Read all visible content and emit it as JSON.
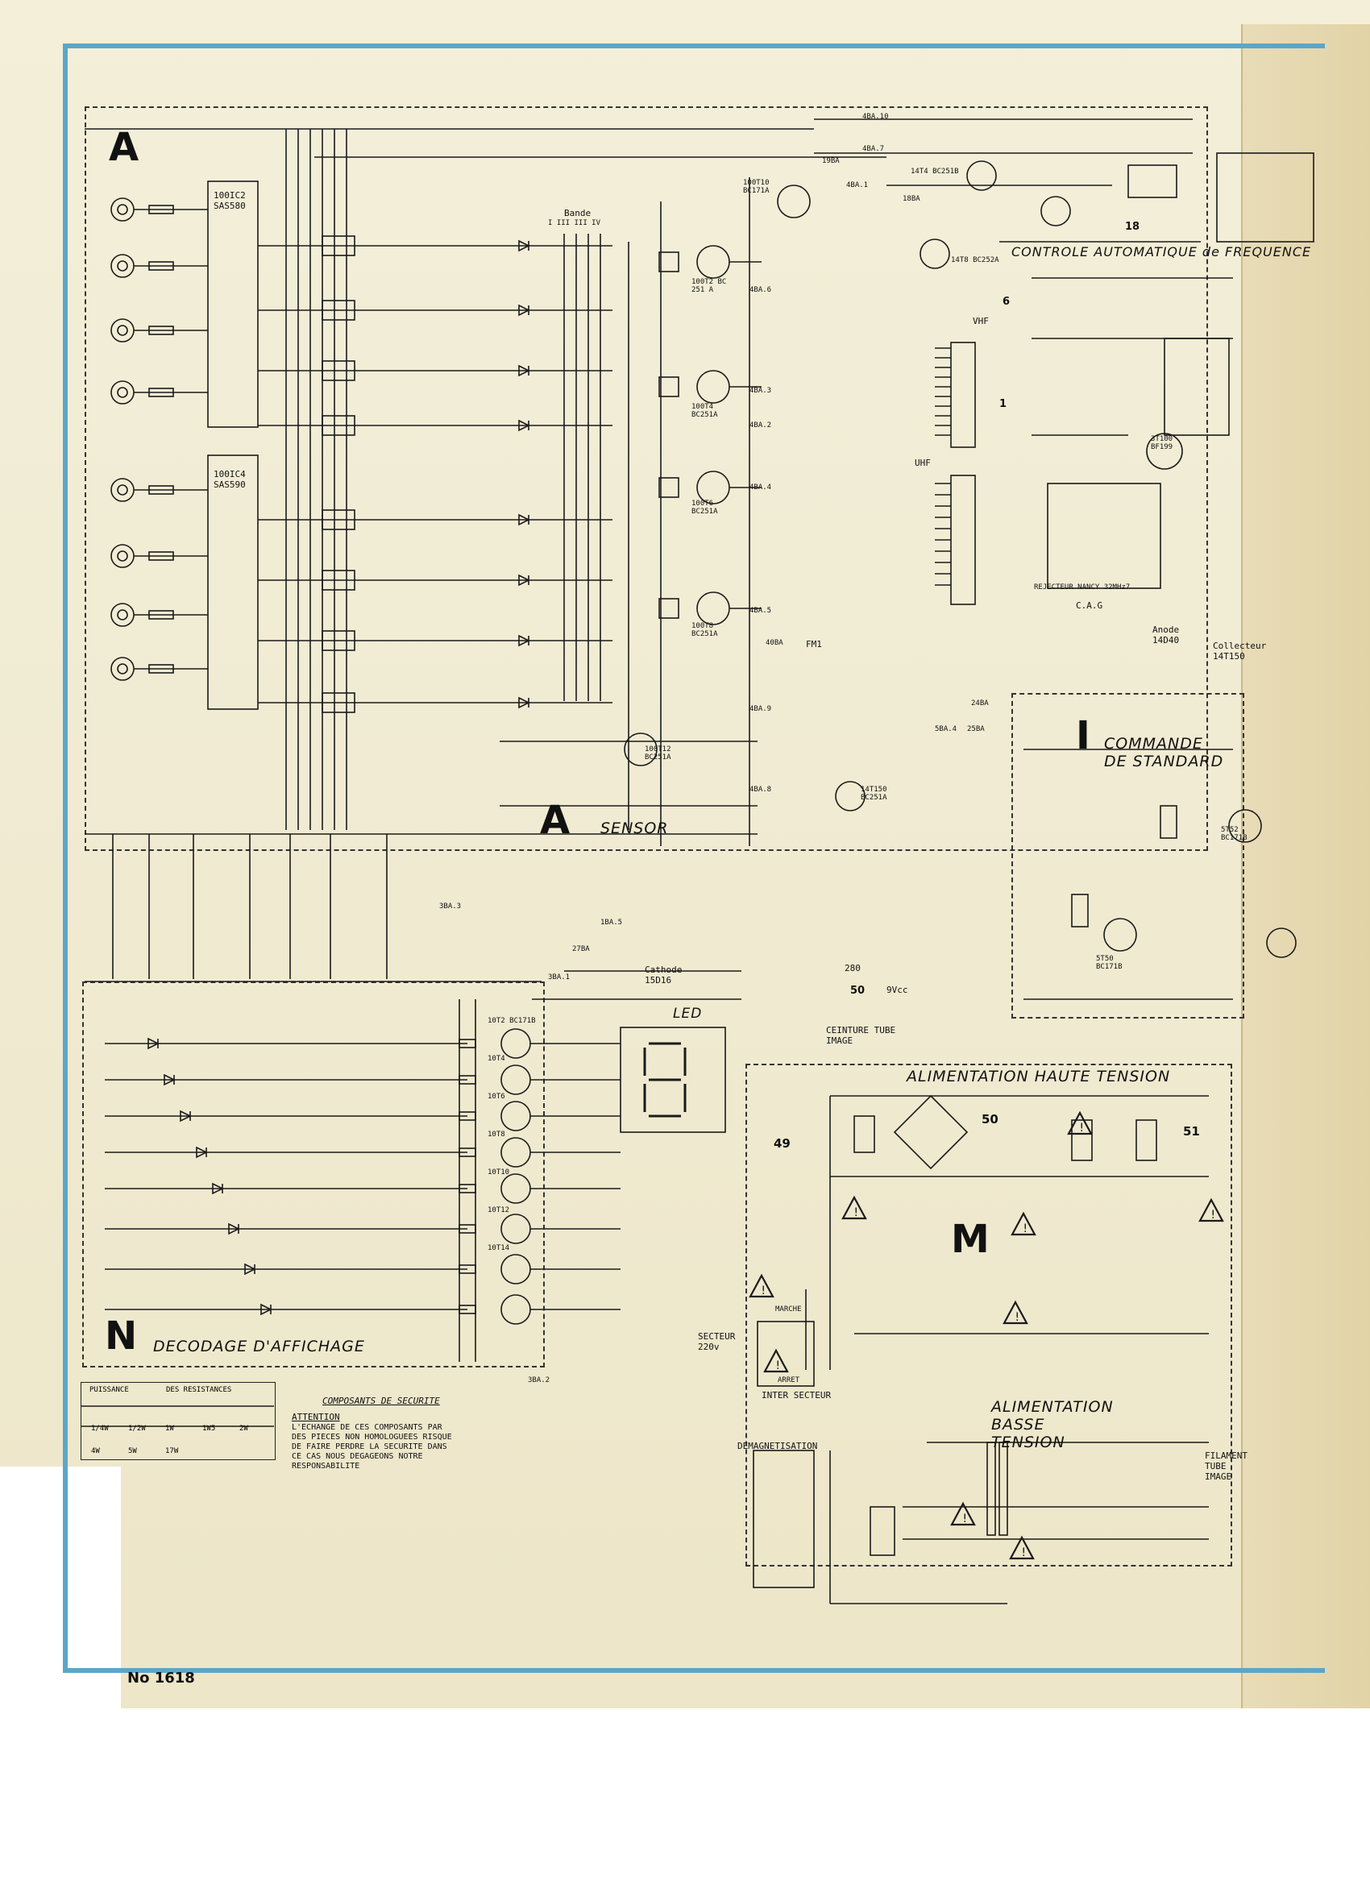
{
  "sections": {
    "A": {
      "letter": "A",
      "title": "SENSOR"
    },
    "N": {
      "letter": "N",
      "title": "DECODAGE D'AFFICHAGE"
    },
    "M": {
      "letter": "M",
      "title_hv": "ALIMENTATION HAUTE TENSION",
      "title_lv": "ALIMENTATION BASSE TENSION"
    },
    "I": {
      "letter": "I",
      "title": "COMMANDE DE STANDARD"
    },
    "caf": {
      "title": "CONTROLE AUTOMATIQUE de FREQUENCE"
    }
  },
  "labels": {
    "led": "LED",
    "page_number": "No 1618",
    "ceinture": "CEINTURE TUBE IMAGE",
    "cathode": "Cathode 15D16",
    "demagnetisation": "DEMAGNETISATION",
    "inter_secteur": "INTER SECTEUR",
    "marche": "MARCHE",
    "arret": "ARRET",
    "secteur": "SECTEUR 220v",
    "filament": "FILAMENT TUBE IMAGE",
    "rejecteur": "REJECTEUR NANCY 32MHz7",
    "anode": "Anode 14D40",
    "collecteur": "Collecteur 14T150",
    "bande": "Bande",
    "bande_cols": "I III III IV",
    "vcc": "9Vcc",
    "uhf": "UHF",
    "vhf": "VHF",
    "fm": "FM1",
    "cag": "C.A.G"
  },
  "legend": {
    "header_left": "PUISSANCE",
    "header_right": "DES RESISTANCES",
    "row1": [
      "1/4W",
      "1/2W",
      "1W",
      "1W5",
      "2W"
    ],
    "row2": [
      "4W",
      "5W",
      "17W"
    ],
    "safety_title": "COMPOSANTS DE SECURITE",
    "attention": "ATTENTION",
    "safety_text": "L'ECHANGE DE CES COMPOSANTS PAR DES PIECES NON HOMOLOGUEES RISQUE DE FAIRE PERDRE LA SECURITE DANS CE CAS NOUS DEGAGEONS NOTRE RESPONSABILITE"
  },
  "components": {
    "ic1": "100IC2 SAS580",
    "ic2": "100IC4 SAS590",
    "t2": "100T2 BC 251 A",
    "t4": "100T4 BC251A",
    "t6": "100T6 BC251A",
    "t8": "100T8 BC251A",
    "t10": "100T10 BC171A",
    "t12": "100T12 BC251A",
    "t14": "14T4 BC251B",
    "t18": "14T8 BC252A",
    "t150": "14T150 BC251A",
    "t3100": "3T100 BF199",
    "t552": "5T52 BC171B",
    "t550": "5T50 BC171B",
    "n_transistors": [
      "10T2 BC171B",
      "10T4",
      "10T6",
      "10T8",
      "10T10",
      "10T12",
      "10T14"
    ]
  },
  "markers": {
    "n49": "49",
    "n50": "50",
    "n51": "51",
    "n280": "280",
    "n6": "6",
    "n1": "1",
    "n18": "18"
  },
  "connector_labels": [
    "4BA.10",
    "4BA.7",
    "4BA.1",
    "4BA.6",
    "4BA.3",
    "4BA.2",
    "4BA.4",
    "4BA.5",
    "4BA.9",
    "4BA.8",
    "3BA.3",
    "3BA.1",
    "3BA.2",
    "27BA",
    "24BA",
    "25BA",
    "5BA.4",
    "1BA.5",
    "19BA",
    "18BA",
    "40BA"
  ],
  "colors": {
    "frame_blue": "#5da6c7",
    "ink": "#111111",
    "paper": "#f1ecd4"
  }
}
